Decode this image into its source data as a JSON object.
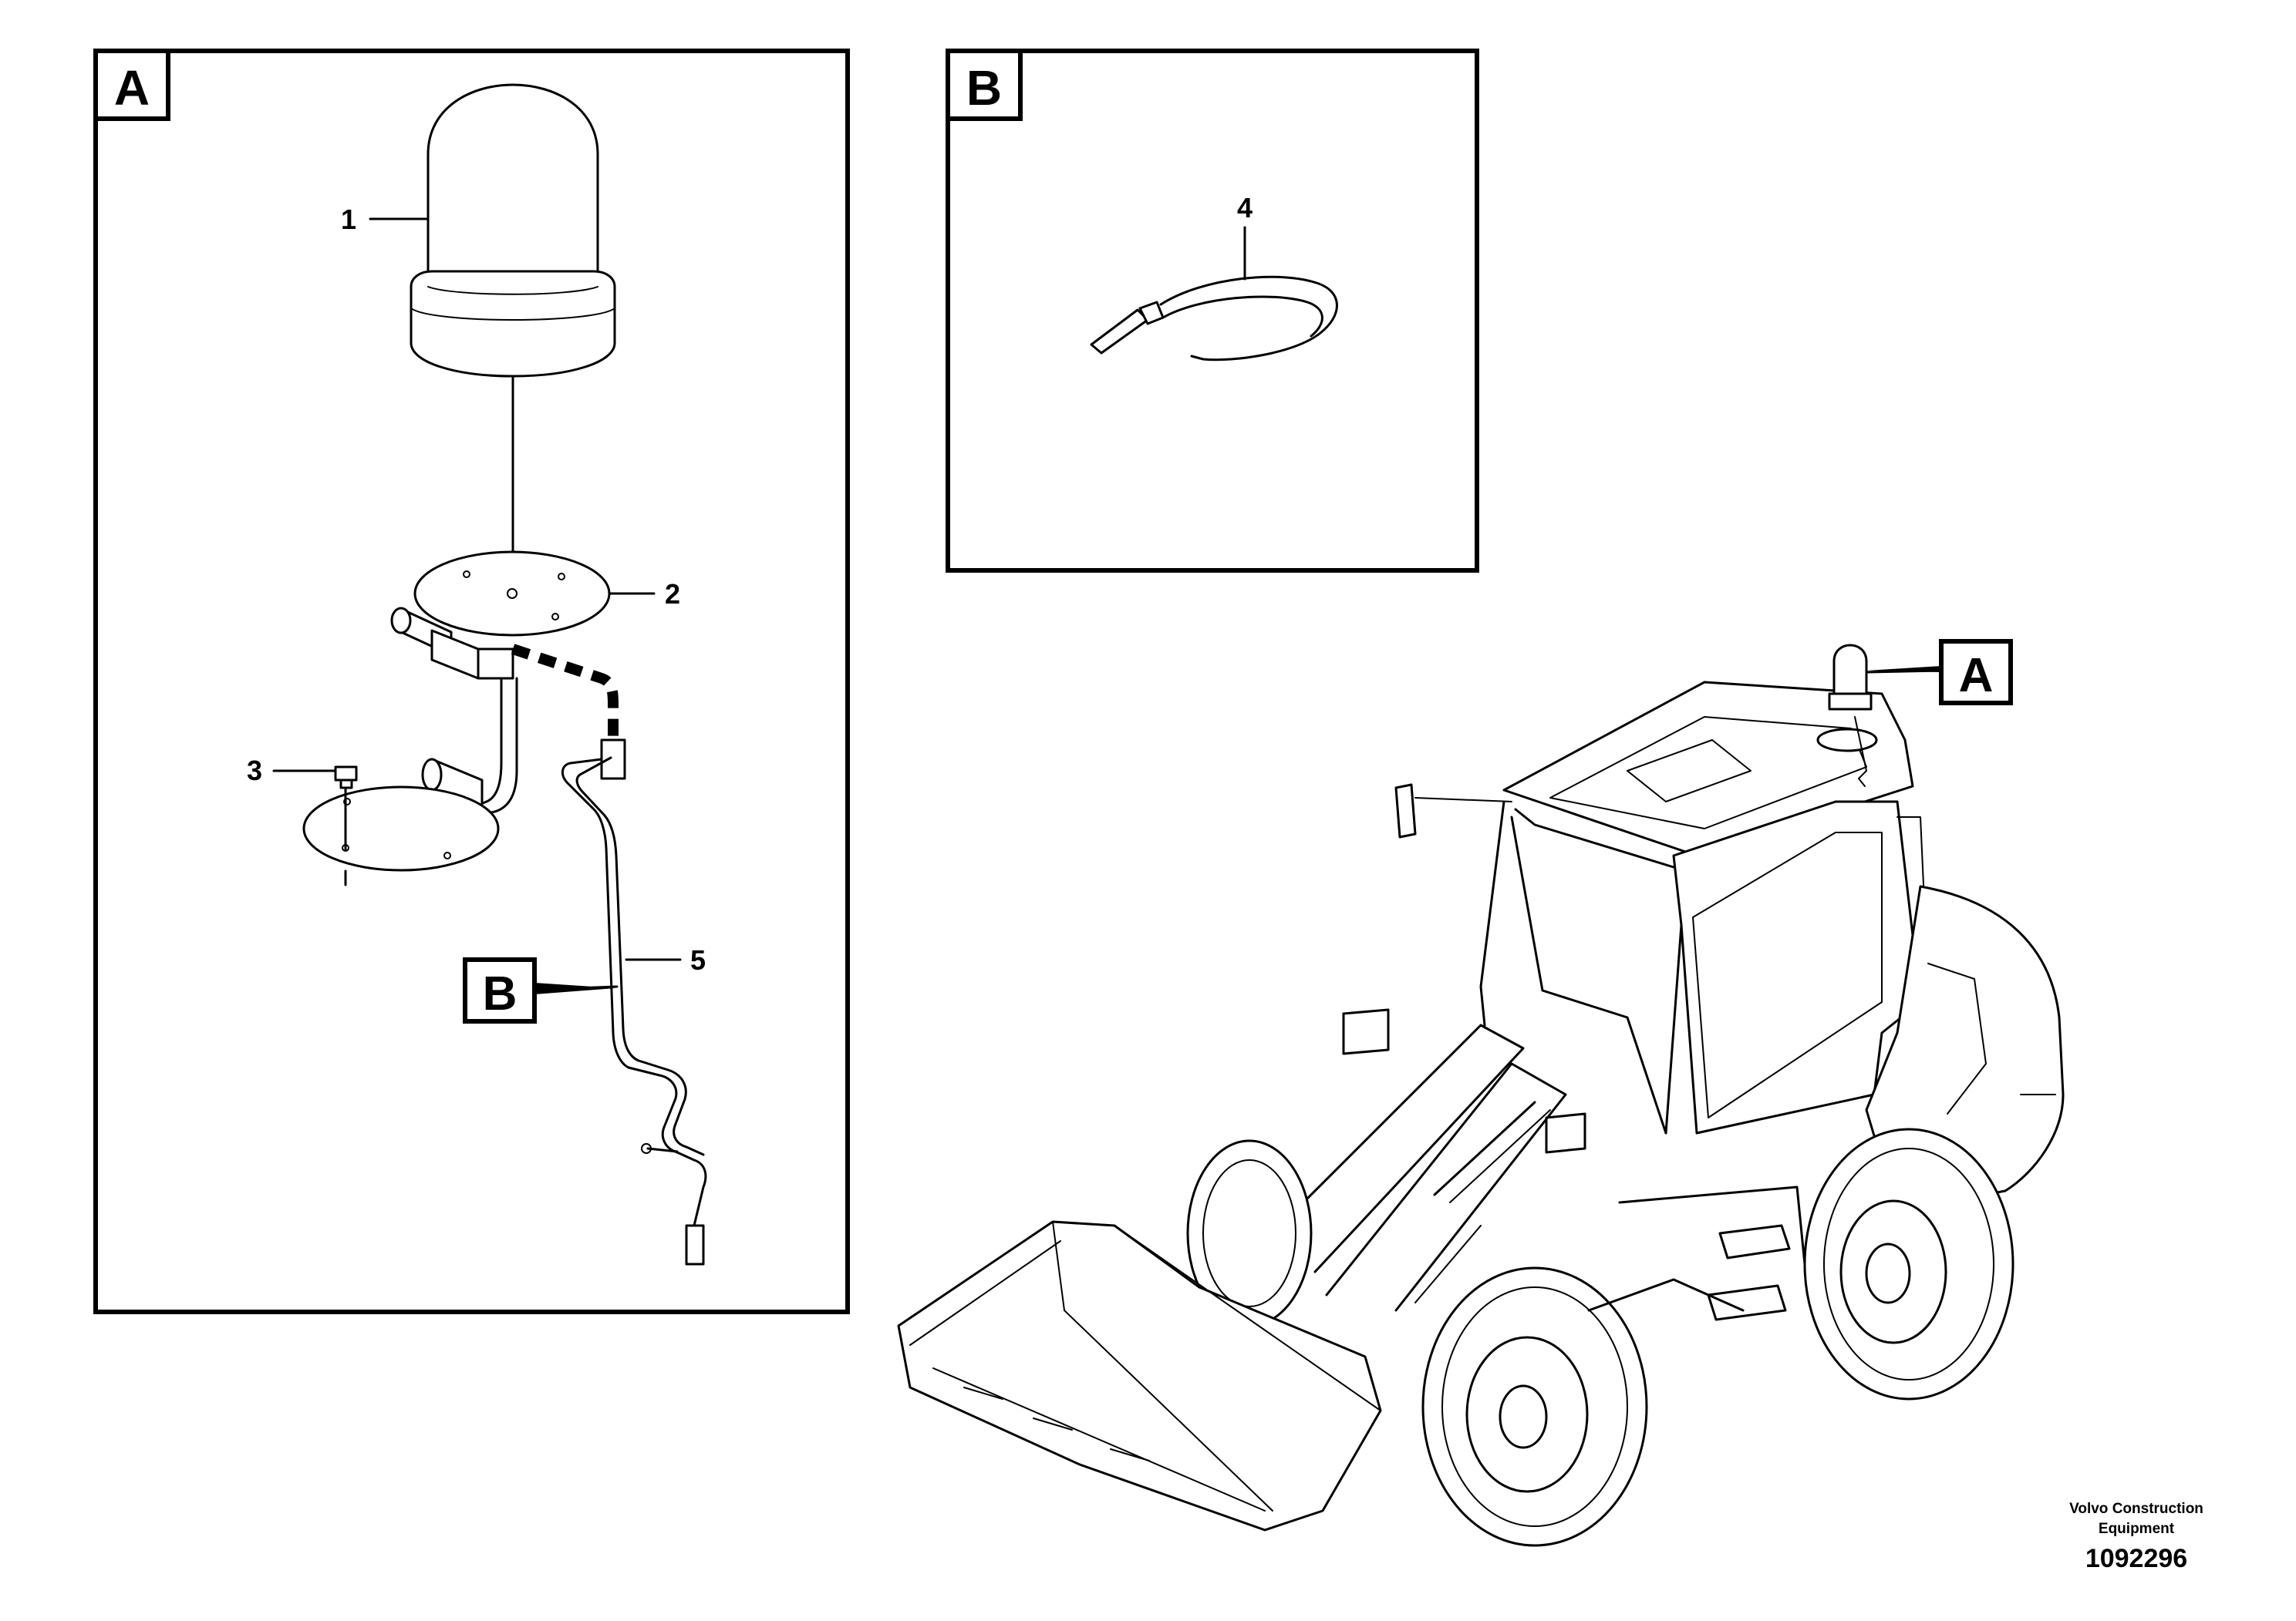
{
  "panels": {
    "a": {
      "letter": "A"
    },
    "b": {
      "letter": "B"
    }
  },
  "callouts": {
    "c1": "1",
    "c2": "2",
    "c3": "3",
    "c4": "4",
    "c5": "5"
  },
  "refs": {
    "ref_b": "B",
    "ref_a": "A"
  },
  "footer": {
    "brand_line1": "Volvo Construction",
    "brand_line2": "Equipment",
    "image_number": "1092296"
  }
}
